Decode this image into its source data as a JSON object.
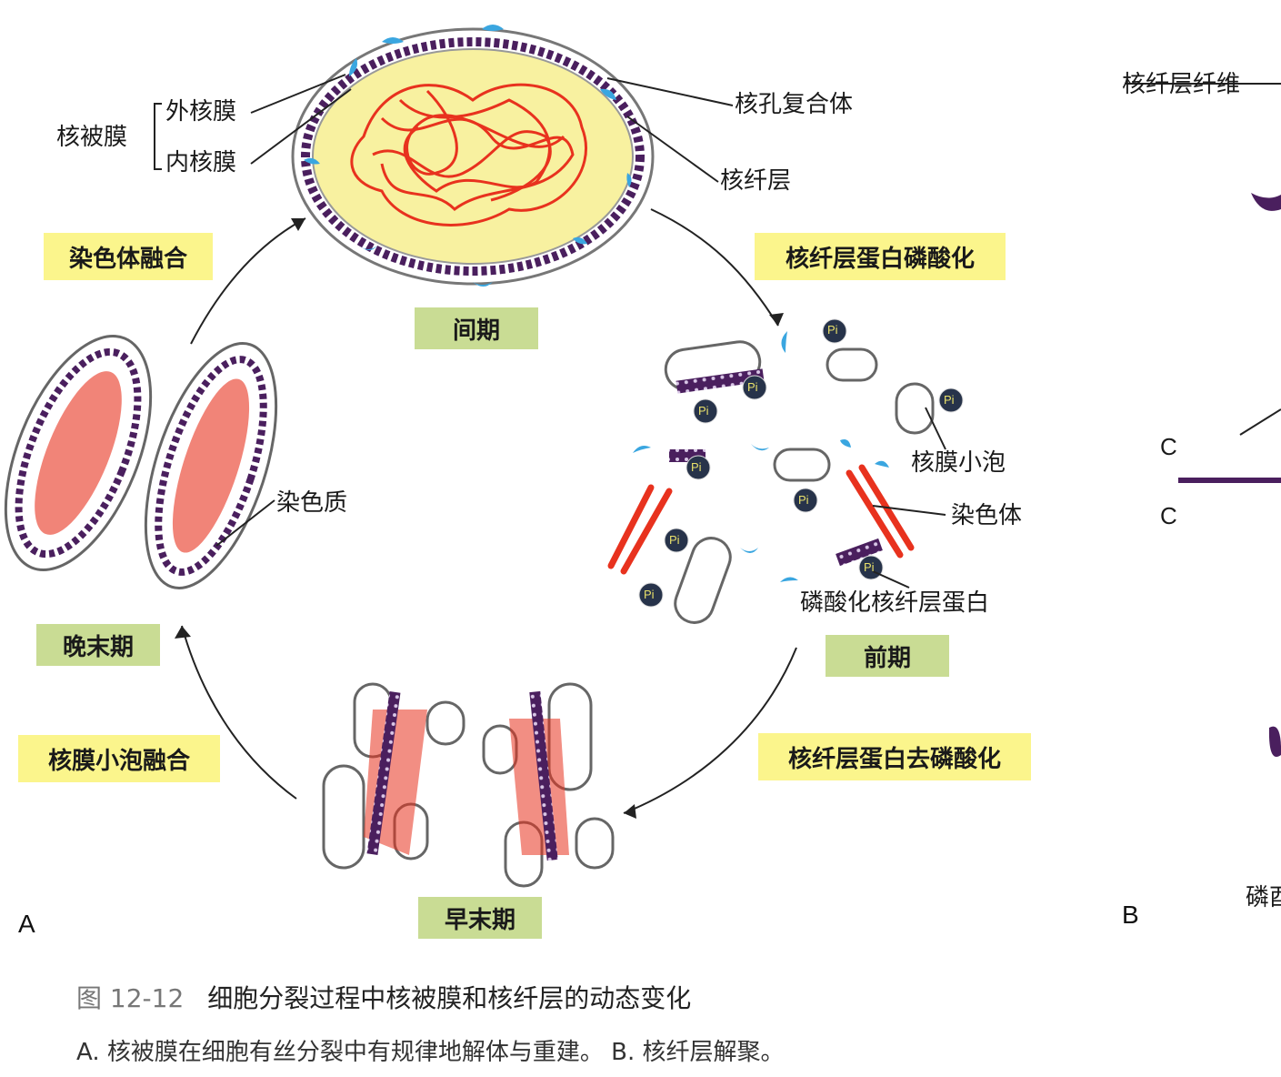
{
  "labels": {
    "nuclear_envelope": "核被膜",
    "outer_membrane": "外核膜",
    "inner_membrane": "内核膜",
    "pore_complex": "核孔复合体",
    "lamina": "核纤层",
    "lamina_fiber": "核纤层纤维",
    "vesicle": "核膜小泡",
    "chromosome": "染色体",
    "phospho_lamin": "磷酸化核纤层蛋白",
    "chromatin": "染色质",
    "pi": "Pi",
    "c_top": "C",
    "c_bottom": "C",
    "phospho_partial": "磷酉"
  },
  "stages": {
    "interphase": "间期",
    "prophase": "前期",
    "early_telophase": "早末期",
    "late_telophase": "晚末期"
  },
  "processes": {
    "lamin_phosphorylation": "核纤层蛋白磷酸化",
    "lamin_dephosphorylation": "核纤层蛋白去磷酸化",
    "vesicle_fusion": "核膜小泡融合",
    "chromosome_fusion": "染色体融合"
  },
  "panels": {
    "a": "A",
    "b": "B"
  },
  "caption": {
    "number": "图 12-12",
    "title": "细胞分裂过程中核被膜和核纤层的动态变化",
    "description": "A. 核被膜在细胞有丝分裂中有规律地解体与重建。 B. 核纤层解聚。"
  },
  "colors": {
    "nucleoplasm": "#f8f1a0",
    "chromatin": "#e8321e",
    "pore": "#3aa6e0",
    "lamina": "#4a1f5e",
    "stage_box": "#c9dc94",
    "process_box": "#fbf58c"
  }
}
